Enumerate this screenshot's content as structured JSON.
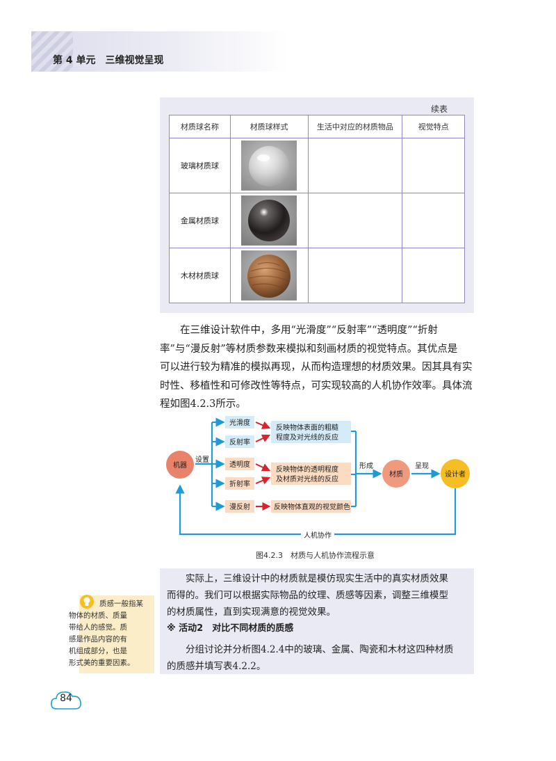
{
  "header": {
    "title": "第 4 单元　三维视觉呈现"
  },
  "table": {
    "continue_label": "续表",
    "headers": [
      "材质球名称",
      "材质球样式",
      "生活中对应的材质物品",
      "视觉特点"
    ],
    "rows": [
      {
        "name": "玻璃材质球",
        "sphere": "glass"
      },
      {
        "name": "金属材质球",
        "sphere": "metal"
      },
      {
        "name": "木材材质球",
        "sphere": "wood"
      }
    ]
  },
  "paragraph": {
    "lines": [
      "　　在三维设计软件中，多用“光滑度”“反射率”“透明度”“折射",
      "率”与“漫反射”等材质参数来模拟和刻画材质的视觉特点。其优点是",
      "可以进行较为精准的模拟再现，从而构造理想的材质效果。因其具有实",
      "时性、移植性和可修改性等特点，可实现较高的人机协作效率。具体流",
      "程如图4.2.3所示。"
    ]
  },
  "flow": {
    "machine": "机器",
    "setting": "设置",
    "params": [
      "光滑度",
      "反射率",
      "透明度",
      "折射率",
      "漫反射"
    ],
    "results": [
      "反映物体表面的粗糙",
      "程度及对光线的反应",
      "反映物体的透明程度",
      "及材质对光线的反应",
      "反映物体直观的视觉颜色"
    ],
    "form": "形成",
    "material": "材质",
    "present": "呈现",
    "designer": "设计者",
    "loop": "人机协作",
    "colors": {
      "red": "#e8826a",
      "yellow": "#f6be22",
      "blue": "#1e9bd7",
      "lightblue": "#d5ecf8",
      "peach": "#fbdcc2"
    }
  },
  "figure_caption": "图4.2.3　材质与人机协作流程示意",
  "lower": {
    "lines1": [
      "　　实际上，三维设计中的材质就是模仿现实生活中的真实材质效果",
      "而得的。我们可以根据实际物品的纹理、质感等因素，调整三维模型",
      "的材质属性，直到实现满意的视觉效果。"
    ],
    "activity": "※ 活动2　对比不同材质的质感",
    "lines2": [
      "　　分组讨论并分析图4.2.4中的玻璃、金属、陶瓷和木材这四种材质",
      "的质感并填写表4.2.2。"
    ]
  },
  "tip": {
    "lines": [
      "质感一般指某",
      "物体的材质、质量",
      "带给人的感觉。质",
      "感是作品内容的有",
      "机组成部分，也是",
      "形式美的重要因素。"
    ]
  },
  "page_number": "84"
}
